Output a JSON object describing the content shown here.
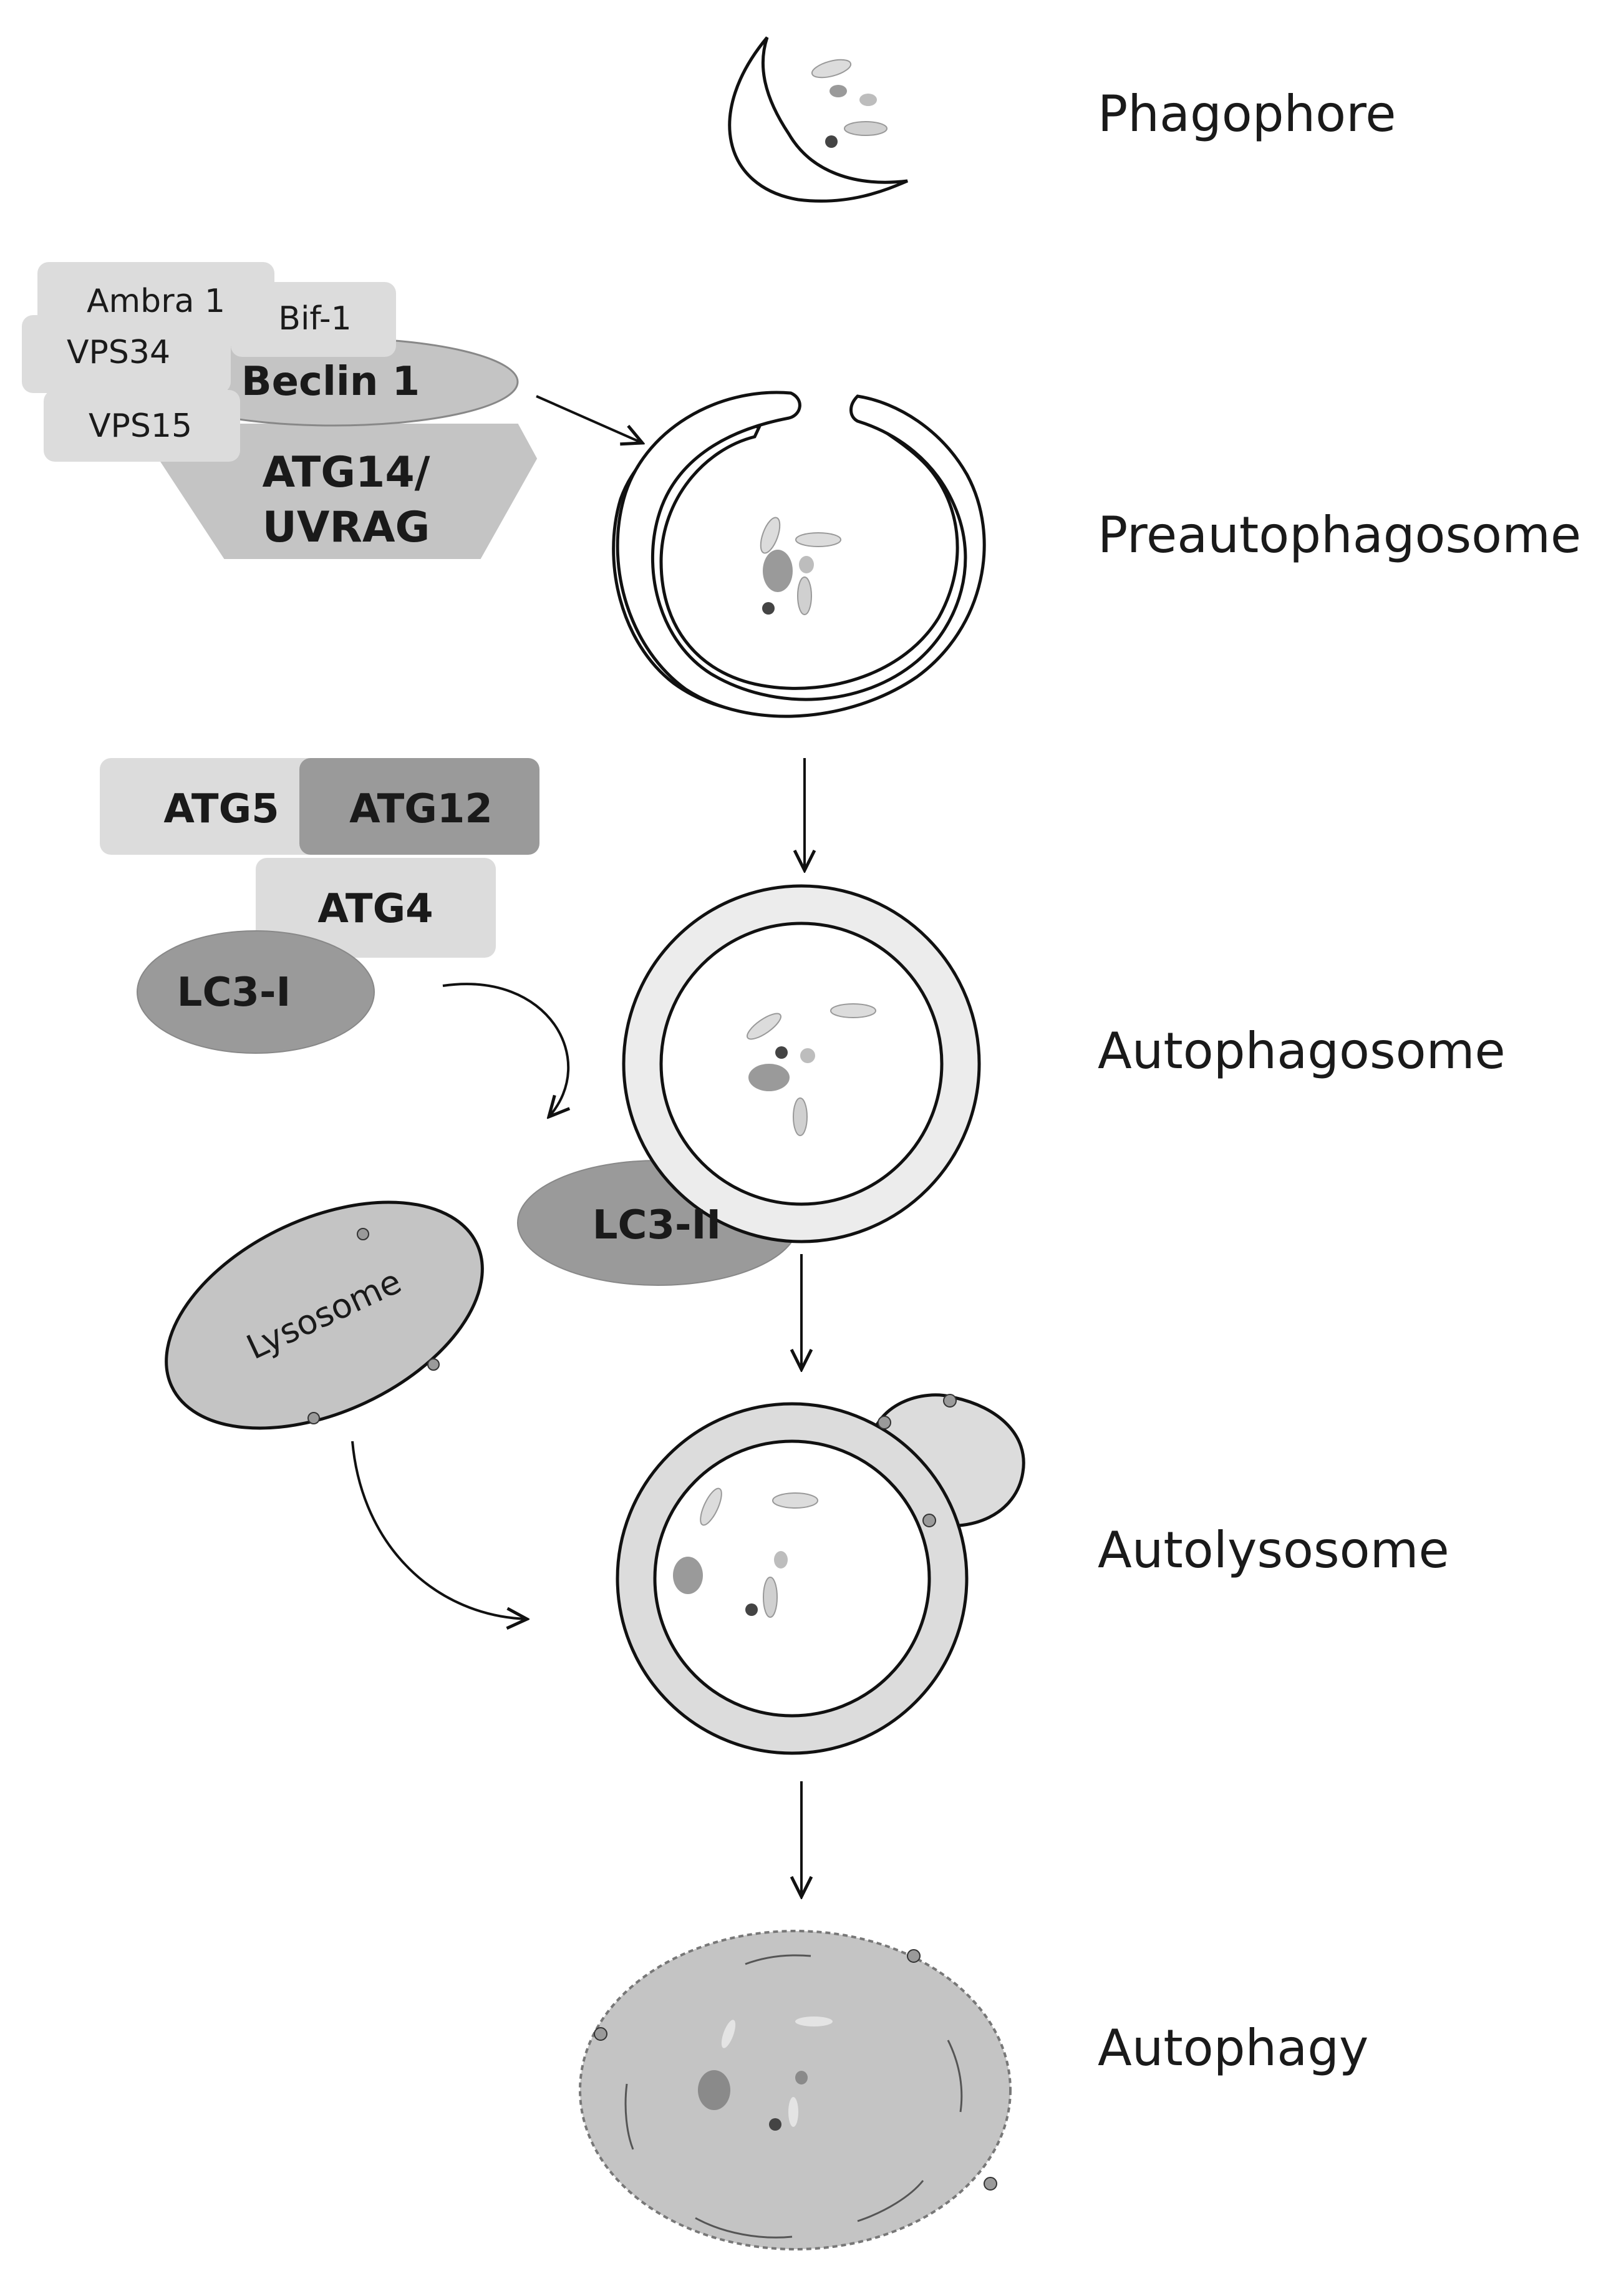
{
  "stages": {
    "phagophore": "Phagophore",
    "preautophagosome": "Preautophagosome",
    "autophagosome": "Autophagosome",
    "autolysosome": "Autolysosome",
    "autophagy": "Autophagy"
  },
  "complex1": {
    "ambra1": "Ambra 1",
    "bif1": "Bif-1",
    "vps34": "VPS34",
    "beclin1": "Beclin 1",
    "vps15": "VPS15",
    "atg14_line1": "ATG14/",
    "atg14_line2": "UVRAG"
  },
  "complex2": {
    "atg5": "ATG5",
    "atg12": "ATG12",
    "atg4": "ATG4",
    "lc3i": "LC3-I",
    "lc3ii": "LC3-II"
  },
  "lysosome": "Lysosome",
  "colors": {
    "light_gray": "#dcdcdc",
    "mid_gray": "#c4c4c4",
    "dark_gray": "#9a9a9a",
    "outline": "#111111"
  }
}
